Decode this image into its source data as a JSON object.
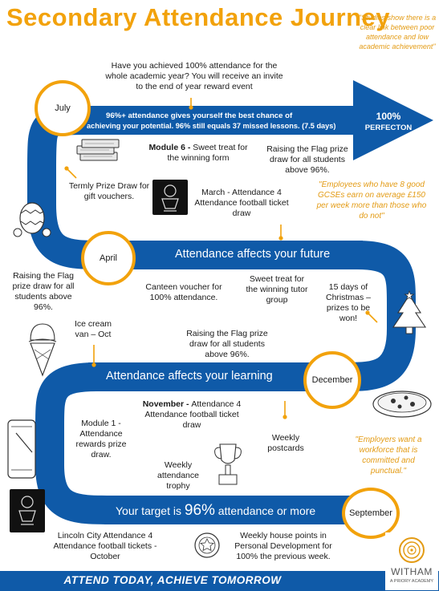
{
  "title": "Secondary Attendance Journey",
  "quotes": {
    "top_right": "\"Studies show there is a clear link between poor attendance and low academic achievement\"",
    "gcse": "\"Employees who have 8 good GCSEs earn on average £150 per week more than those who do not\"",
    "employers": "\"Employers want a workforce that is committed and punctual.\""
  },
  "months": {
    "july": "July",
    "april": "April",
    "december": "December",
    "september": "September"
  },
  "bands": {
    "top_line1": "96%+ attendance gives yourself the best chance of",
    "top_line2": "achieving your potential. 96% still equals 37 missed lessons. (7.5 days)",
    "arrow_line1": "100%",
    "arrow_line2": "PERFECTON",
    "future": "Attendance affects your future",
    "learning": "Attendance affects your learning",
    "target_pre": "Your target is ",
    "target_pct": "96%",
    "target_post": " attendance or more"
  },
  "events": {
    "reward": "Have you achieved 100% attendance for the whole academic year?  You will receive an invite to the end of year reward event",
    "module6_bold": "Module 6 - ",
    "module6_rest": "Sweet treat for the winning form",
    "flag_top": "Raising the Flag prize draw for all students above 96%.",
    "termly": "Termly Prize Draw for gift vouchers.",
    "march": "March - Attendance 4 Attendance football ticket draw",
    "flag_left": "Raising the Flag prize draw for all students above 96%.",
    "canteen": "Canteen voucher for 100% attendance.",
    "sweet_tutor": "Sweet treat for the winning tutor group",
    "christmas": "15 days of Christmas – prizes to be won!",
    "icecream": "Ice cream van – Oct",
    "flag_mid": "Raising the Flag prize draw for all students above 96%.",
    "november_bold": "November - ",
    "november_rest": "Attendance 4 Attendance football ticket draw",
    "module1": "Module 1 - Attendance rewards prize draw.",
    "postcards": "Weekly postcards",
    "trophy": "Weekly attendance trophy",
    "lincoln": "Lincoln City Attendance 4 Attendance football tickets - October",
    "house": "Weekly house points in Personal Development for 100% the previous week."
  },
  "footer": {
    "slogan": "ATTEND TODAY, ACHIEVE TOMORROW",
    "logo_name": "WITHAM",
    "logo_sub": "A PRIORY ACADEMY"
  },
  "colors": {
    "road_blue": "#0f5aa8",
    "accent_orange": "#f2a20c"
  }
}
